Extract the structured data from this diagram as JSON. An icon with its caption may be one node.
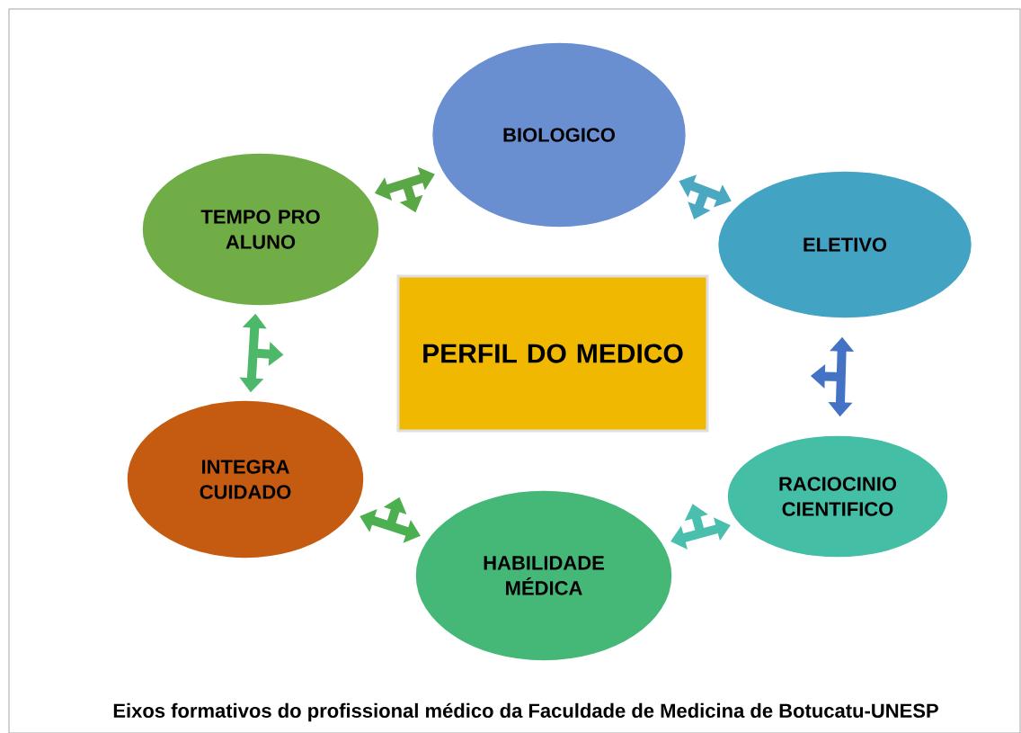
{
  "diagram": {
    "caption": "Eixos formativos do profissional médico da Faculdade de Medicina de Botucatu-UNESP",
    "nodes": [
      {
        "text": [
          "PERFIL DO MEDICO"
        ]
      },
      {
        "text": [
          "BIOLOGICO"
        ]
      },
      {
        "text": [
          "ELETIVO"
        ]
      },
      {
        "text": [
          "RACIOCINIO CIENTIFICO"
        ]
      },
      {
        "text": [
          "HABILIDADE MÉDICA"
        ]
      },
      {
        "text": [
          "INTEGRA CUIDADO"
        ]
      },
      {
        "text": [
          "TEMPO PRO ALUNO"
        ]
      }
    ],
    "edges": [
      {
        "from": 6,
        "to": 1,
        "arrow": "both",
        "color": "#5aa845"
      },
      {
        "from": 1,
        "to": 2,
        "arrow": "both",
        "color": "#4aa8c0"
      },
      {
        "from": 2,
        "to": 3,
        "arrow": "both",
        "color": "#4472c4"
      },
      {
        "from": 3,
        "to": 4,
        "arrow": "both",
        "color": "#4bbfae"
      },
      {
        "from": 4,
        "to": 5,
        "arrow": "both",
        "color": "#4caf50"
      },
      {
        "from": 5,
        "to": 6,
        "arrow": "both",
        "color": "#4db86a"
      }
    ]
  }
}
